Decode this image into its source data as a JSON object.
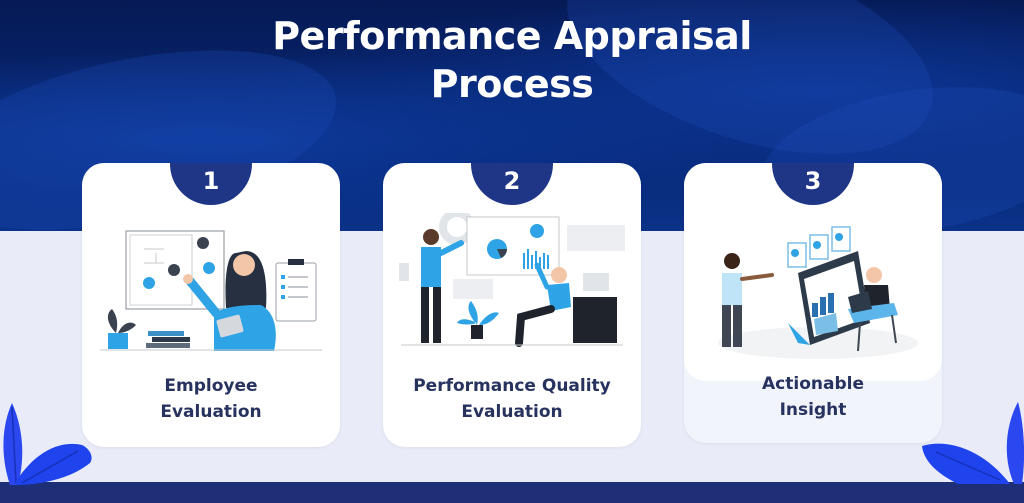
{
  "header": {
    "title_line1": "Performance Appraisal",
    "title_line2": "Process"
  },
  "steps": [
    {
      "number": "1",
      "label_line1": "Employee",
      "label_line2": "Evaluation",
      "illustration": "woman-pointing-at-org-chart-illustration"
    },
    {
      "number": "2",
      "label_line1": "Performance Quality",
      "label_line2": "Evaluation",
      "illustration": "team-reviewing-charts-illustration"
    },
    {
      "number": "3",
      "label_line1": "Actionable",
      "label_line2": "Insight",
      "illustration": "people-analyzing-dashboard-illustration"
    }
  ],
  "colors": {
    "hero_bg": "#082a7a",
    "badge": "#1f3687",
    "label_text": "#27335e",
    "light_bg": "#e9ecf8",
    "footer_band": "#1e2f78",
    "leaf": "#1f44ee",
    "accent_blue": "#2ea3e6"
  }
}
